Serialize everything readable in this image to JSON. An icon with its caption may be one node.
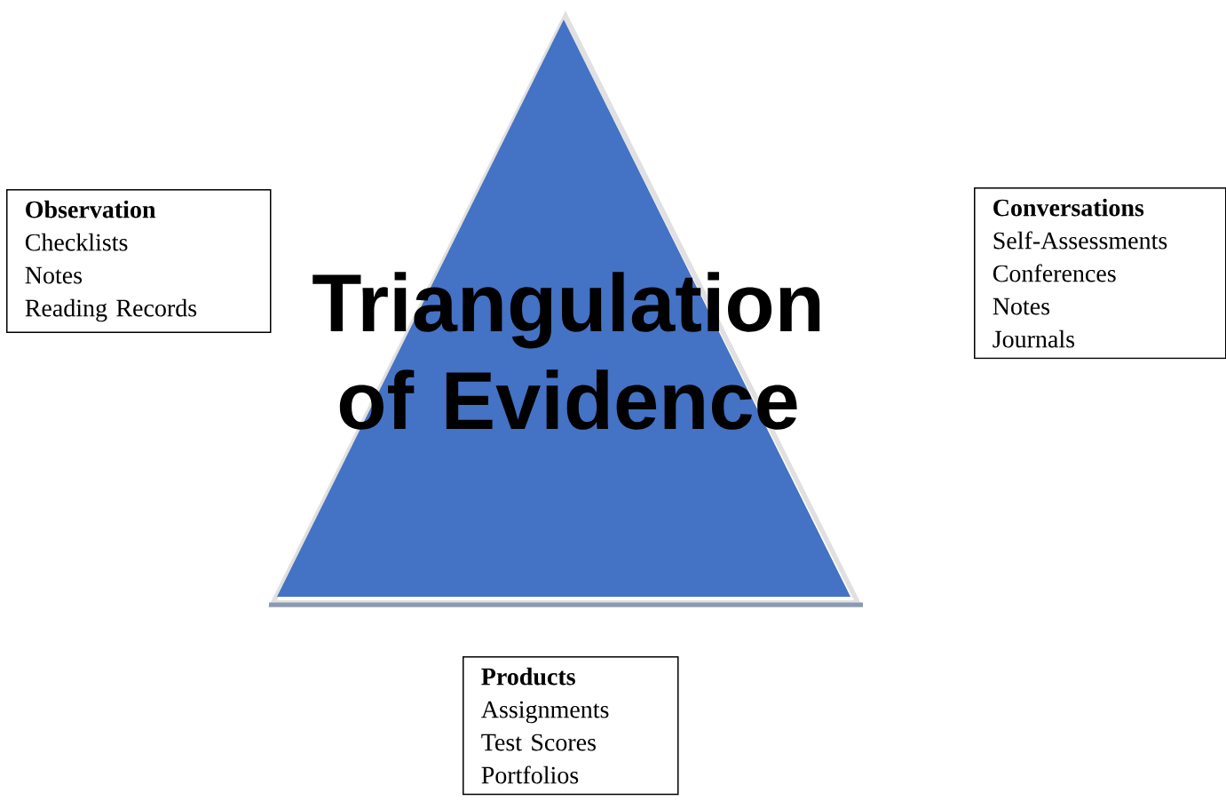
{
  "diagram": {
    "nodes": [
      {
        "text": [
          "Observation",
          "Checklists",
          "Notes",
          "Reading Records"
        ]
      },
      {
        "text": [
          "Triangulation of Evidence"
        ]
      },
      {
        "text": [
          "Conversations",
          "Self-Assessments",
          "Conferences",
          "Notes",
          "Journals"
        ]
      },
      {
        "text": [
          "Products",
          "Assignments",
          "Test Scores",
          "Portfolios"
        ]
      }
    ]
  }
}
